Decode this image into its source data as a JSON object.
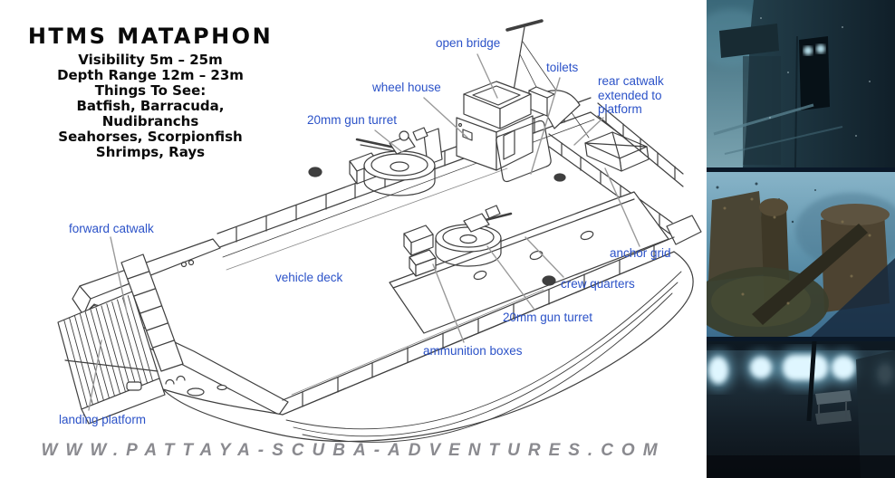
{
  "info_panel": {
    "title": "HTMS MATAPHON",
    "lines": [
      "Visibility 5m – 25m",
      "Depth Range 12m – 23m",
      "Things To See:",
      "Batfish, Barracuda,",
      "Nudibranchs",
      "Seahorses, Scorpionfish",
      "Shrimps, Rays"
    ]
  },
  "diagram": {
    "labels": {
      "open_bridge": "open bridge",
      "toilets": "toilets",
      "wheel_house": "wheel house",
      "gun_turret_fore": "20mm gun turret",
      "rear_catwalk_line1": "rear catwalk",
      "rear_catwalk_line2": "extended to",
      "rear_catwalk_line3": "platform",
      "forward_catwalk": "forward catwalk",
      "vehicle_deck": "vehicle deck",
      "anchor_grid": "anchor grid",
      "crew_quarters": "crew quarters",
      "gun_turret_aft": "20mm gun turret",
      "ammunition_boxes": "ammunition boxes",
      "landing_platform": "landing platform"
    },
    "colors": {
      "label_text": "#2b52c8",
      "leader_line": "#9a9a9a",
      "drawing_line": "#3f3f3f"
    }
  },
  "photos": [
    {
      "name": "wreck-superstructure-doorway"
    },
    {
      "name": "wreck-deck-gun-tub"
    },
    {
      "name": "wreck-interior-portholes"
    }
  ],
  "footer": {
    "url": "WWW.PATTAYA-SCUBA-ADVENTURES.COM"
  }
}
